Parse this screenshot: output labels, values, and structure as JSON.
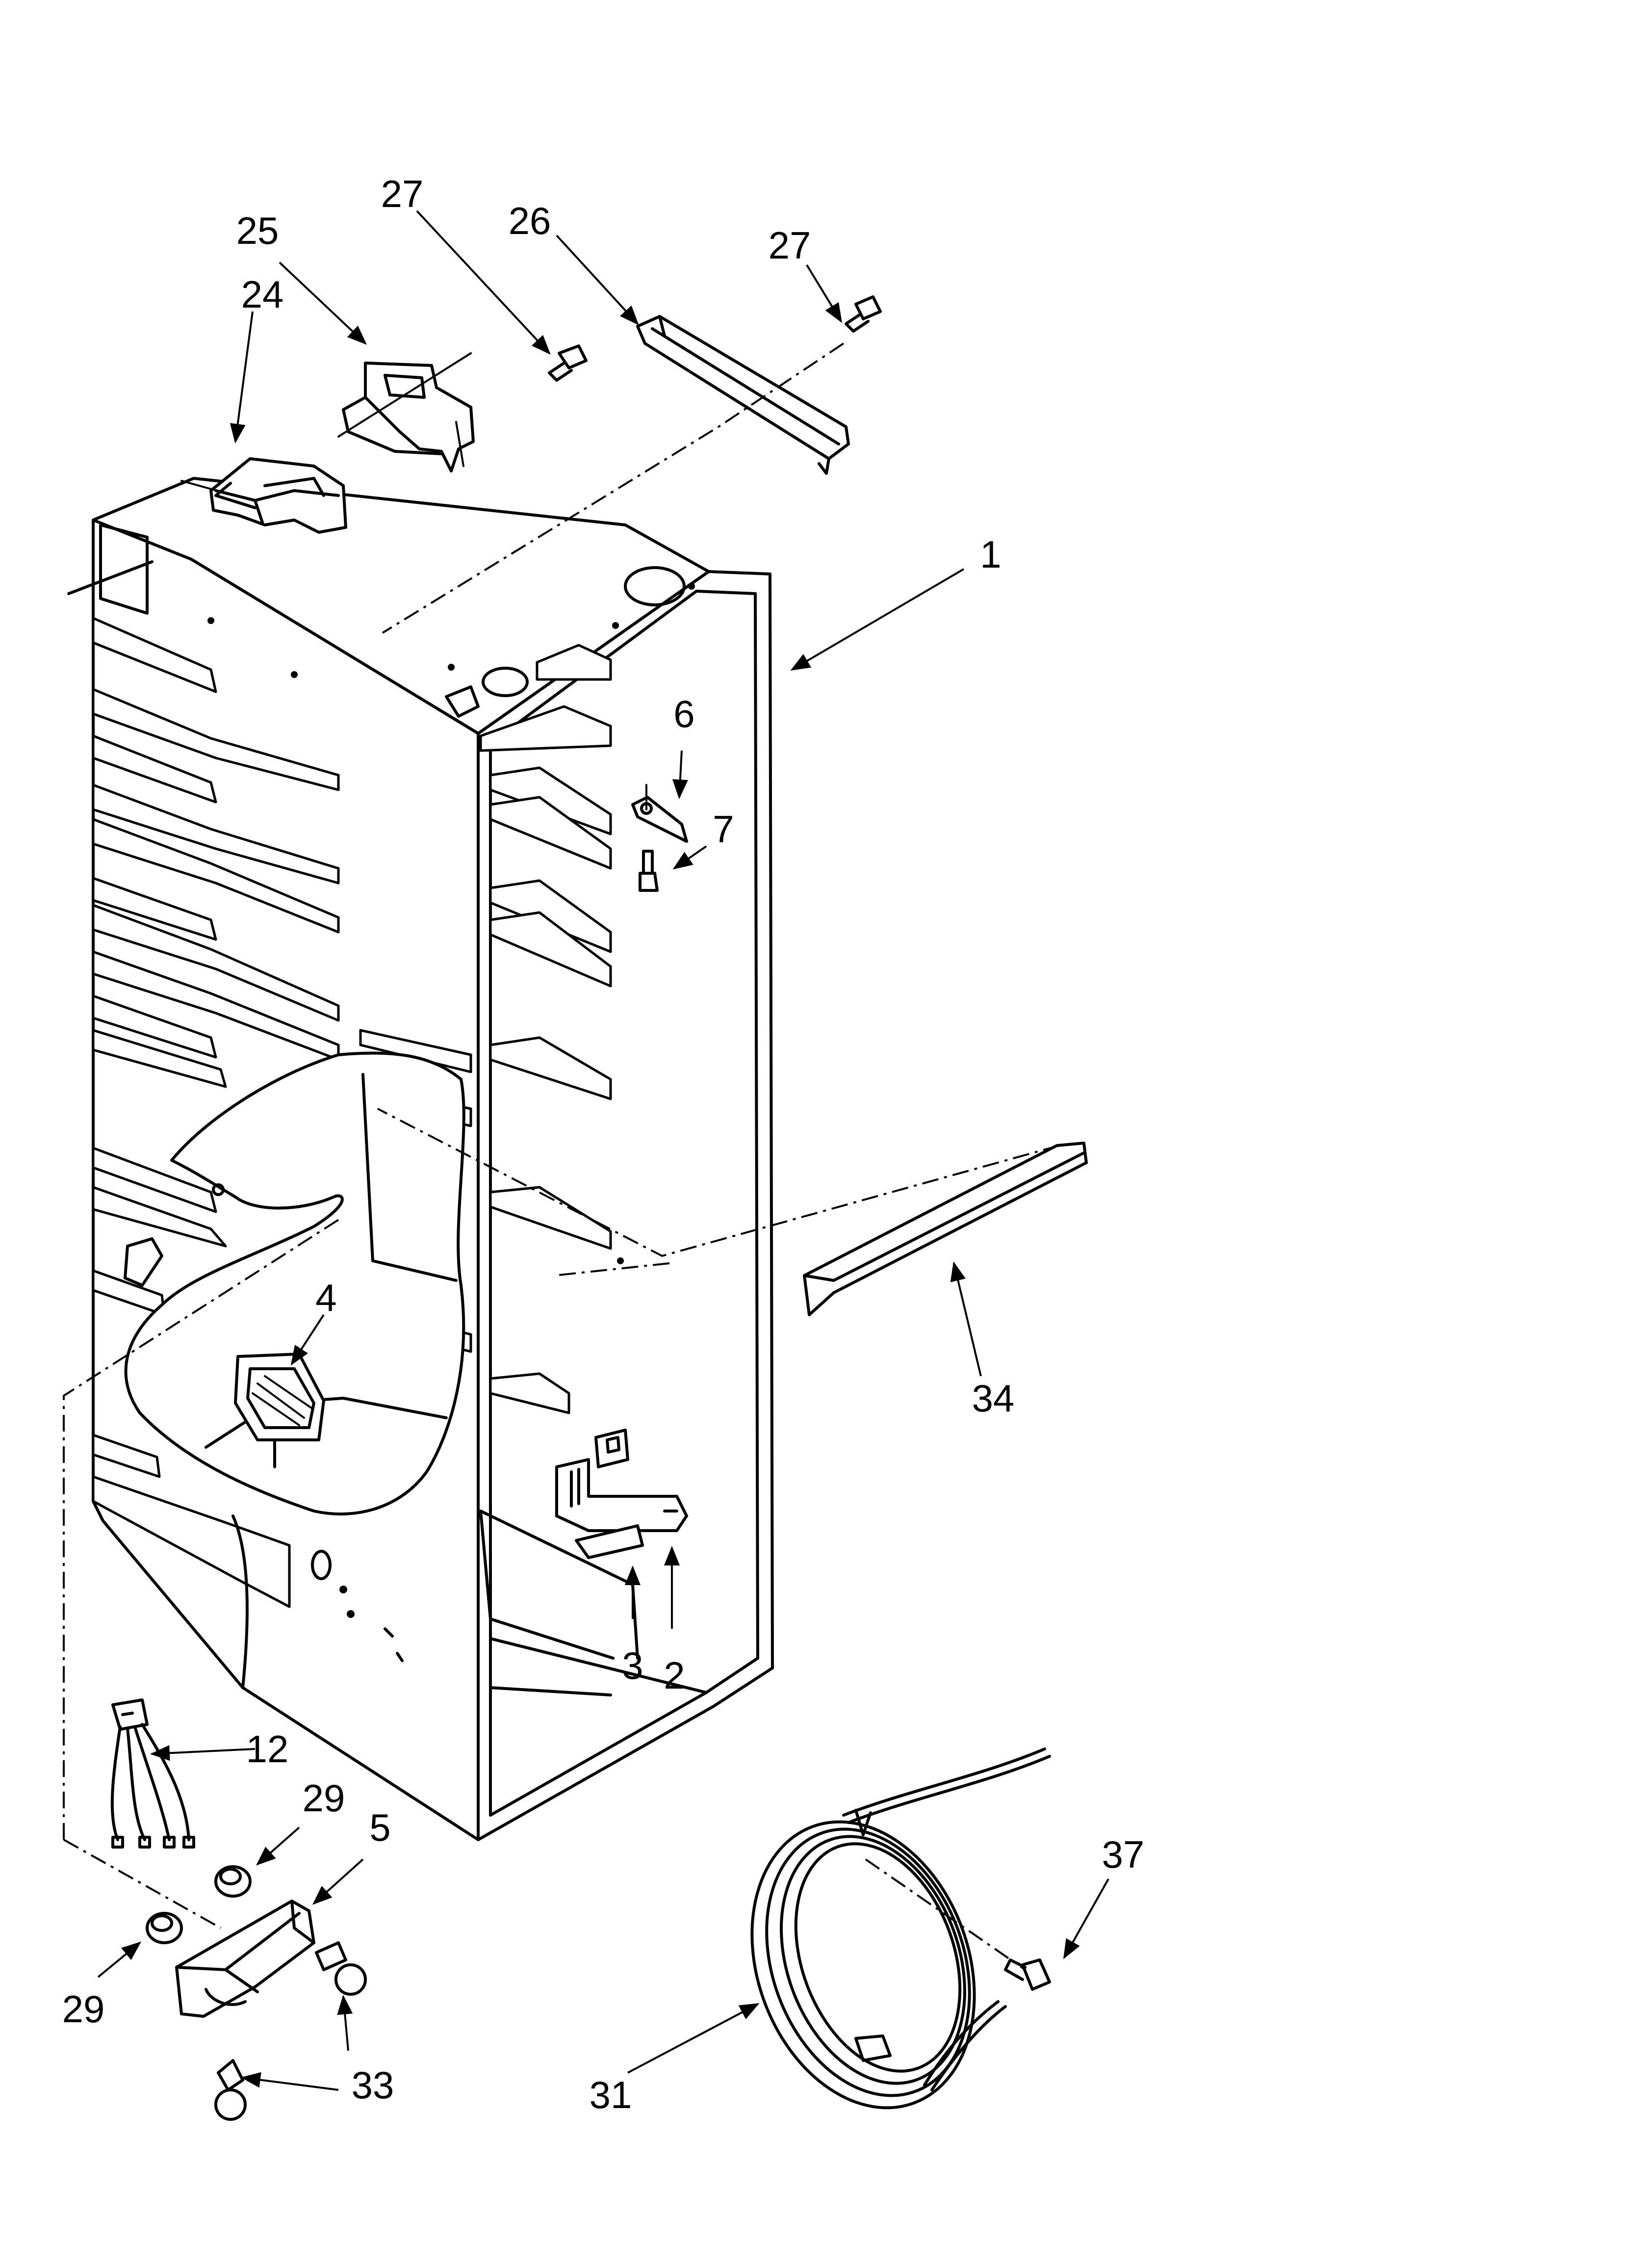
{
  "callouts": [
    {
      "id": "1",
      "text": "1"
    },
    {
      "id": "2",
      "text": "2"
    },
    {
      "id": "3",
      "text": "3"
    },
    {
      "id": "4",
      "text": "4"
    },
    {
      "id": "5",
      "text": "5"
    },
    {
      "id": "6",
      "text": "6"
    },
    {
      "id": "7",
      "text": "7"
    },
    {
      "id": "12",
      "text": "12"
    },
    {
      "id": "24",
      "text": "24"
    },
    {
      "id": "25",
      "text": "25"
    },
    {
      "id": "26",
      "text": "26"
    },
    {
      "id": "27a",
      "text": "27"
    },
    {
      "id": "27b",
      "text": "27"
    },
    {
      "id": "29a",
      "text": "29"
    },
    {
      "id": "29b",
      "text": "29"
    },
    {
      "id": "31",
      "text": "31"
    },
    {
      "id": "33",
      "text": "33"
    },
    {
      "id": "34",
      "text": "34"
    },
    {
      "id": "37",
      "text": "37"
    }
  ]
}
